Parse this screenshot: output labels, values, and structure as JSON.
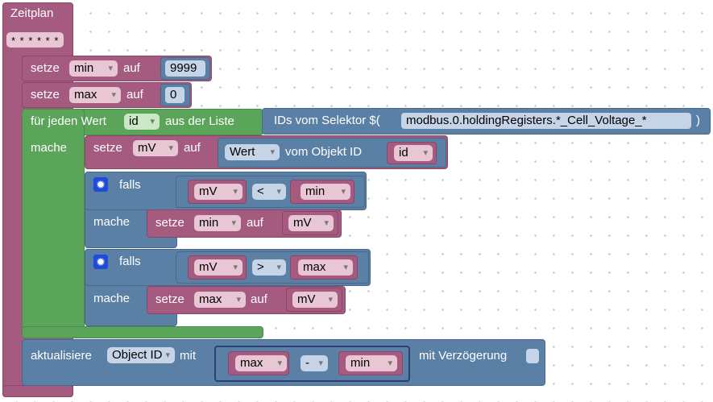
{
  "schedule": {
    "title": "Zeitplan",
    "cron": "* * * * * *"
  },
  "set_min": {
    "setze": "setze",
    "var": "min",
    "auf": "auf",
    "value": "9999"
  },
  "set_max": {
    "setze": "setze",
    "var": "max",
    "auf": "auf",
    "value": "0"
  },
  "foreach": {
    "label": "für jeden Wert",
    "var": "id",
    "from_list": "aus der Liste",
    "mache": "mache",
    "selector_prefix": "IDs vom Selektor $(",
    "selector": "modbus.0.holdingRegisters.*_Cell_Voltage_*",
    "selector_suffix": ")"
  },
  "set_mv": {
    "setze": "setze",
    "var": "mV",
    "auf": "auf",
    "attr": "Wert",
    "from_object": "vom Objekt ID",
    "id_var": "id"
  },
  "if1": {
    "falls": "falls",
    "left": "mV",
    "op": "<",
    "right": "min",
    "mache": "mache",
    "setze": "setze",
    "var": "min",
    "auf": "auf",
    "value": "mV"
  },
  "if2": {
    "falls": "falls",
    "left": "mV",
    "op": ">",
    "right": "max",
    "mache": "mache",
    "setze": "setze",
    "var": "max",
    "auf": "auf",
    "value": "mV"
  },
  "update": {
    "label": "aktualisiere",
    "target": "Object ID",
    "mit": "mit",
    "left": "max",
    "op": "-",
    "right": "min",
    "delay_label": "mit Verzögerung"
  },
  "colors": {
    "logic": "#5b80a5",
    "variables": "#a55b80",
    "loops": "#5ba55b",
    "gear": "#1f4bd8"
  }
}
